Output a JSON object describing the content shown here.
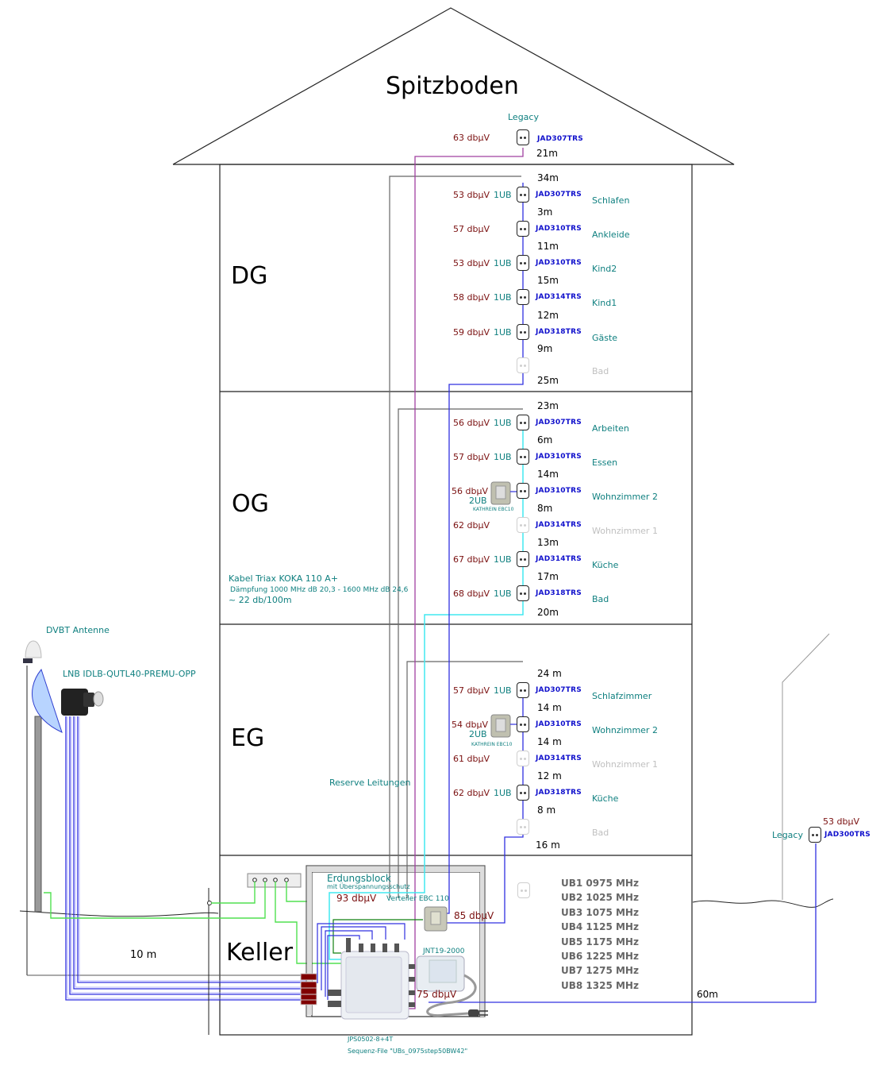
{
  "title": "Spitzboden",
  "floors": {
    "dg": "DG",
    "og": "OG",
    "eg": "EG",
    "keller": "Keller"
  },
  "spitzboden": {
    "room": "Legacy",
    "dbuv": "63 dbµV",
    "model": "JAD307TRS",
    "length": "21m"
  },
  "dg_outlets": [
    {
      "dbuv": "53 dbµV",
      "ub": "1UB",
      "model": "JAD307TRS",
      "room": "Schlafen",
      "len_before": "34m",
      "active": true
    },
    {
      "dbuv": "57 dbµV",
      "ub": "",
      "model": "JAD310TRS",
      "room": "Ankleide",
      "len_before": "3m",
      "active": true
    },
    {
      "dbuv": "53 dbµV",
      "ub": "1UB",
      "model": "JAD310TRS",
      "room": "Kind2",
      "len_before": "11m",
      "active": true
    },
    {
      "dbuv": "58 dbµV",
      "ub": "1UB",
      "model": "JAD314TRS",
      "room": "Kind1",
      "len_before": "15m",
      "active": true
    },
    {
      "dbuv": "59 dbµV",
      "ub": "1UB",
      "model": "JAD318TRS",
      "room": "Gäste",
      "len_before": "12m",
      "active": true
    },
    {
      "dbuv": "",
      "ub": "",
      "model": "",
      "room": "Bad",
      "len_before": "9m",
      "active": false
    }
  ],
  "dg_len_after": "25m",
  "og_outlets": [
    {
      "dbuv": "56 dbµV",
      "ub": "1UB",
      "model": "JAD307TRS",
      "room": "Arbeiten",
      "len_before": "23m",
      "active": true
    },
    {
      "dbuv": "57 dbµV",
      "ub": "1UB",
      "model": "JAD310TRS",
      "room": "Essen",
      "len_before": "6m",
      "active": true
    },
    {
      "dbuv": "56 dbµV",
      "ub": "2UB",
      "model": "JAD310TRS",
      "room": "Wohnzimmer 2",
      "len_before": "14m",
      "active": true,
      "splitter": "KATHREIN EBC10"
    },
    {
      "dbuv": "62 dbµV",
      "ub": "",
      "model": "JAD314TRS",
      "room": "Wohnzimmer 1",
      "len_before": "8m",
      "active": false
    },
    {
      "dbuv": "67 dbµV",
      "ub": "1UB",
      "model": "JAD314TRS",
      "room": "Küche",
      "len_before": "13m",
      "active": true
    },
    {
      "dbuv": "68 dbµV",
      "ub": "1UB",
      "model": "JAD318TRS",
      "room": "Bad",
      "len_before": "17m",
      "active": true
    }
  ],
  "og_len_after": "20m",
  "eg_outlets": [
    {
      "dbuv": "57 dbµV",
      "ub": "1UB",
      "model": "JAD307TRS",
      "room": "Schlafzimmer",
      "len_before": "24 m",
      "active": true
    },
    {
      "dbuv": "54 dbµV",
      "ub": "2UB",
      "model": "JAD310TRS",
      "room": "Wohnzimmer 2",
      "len_before": "14 m",
      "active": true,
      "splitter": "KATHREIN EBC10"
    },
    {
      "dbuv": "61 dbµV",
      "ub": "",
      "model": "JAD314TRS",
      "room": "Wohnzimmer 1",
      "len_before": "14 m",
      "active": false
    },
    {
      "dbuv": "62 dbµV",
      "ub": "1UB",
      "model": "JAD318TRS",
      "room": "Küche",
      "len_before": "12 m",
      "active": true
    },
    {
      "dbuv": "",
      "ub": "",
      "model": "",
      "room": "Bad",
      "len_before": "8 m",
      "active": false
    }
  ],
  "eg_len_after": "16 m",
  "cable": {
    "name": "Kabel Triax KOKA 110 A+",
    "attenuation": "Dämpfung 1000 MHz dB 20,3 - 1600 MHz dB 24,6",
    "approx": "~ 22 db/100m"
  },
  "reserve": "Reserve Leitungen",
  "outdoor": {
    "dvbt": "DVBT Antenne",
    "lnb": "LNB IDLB-QUTL40-PREMU-OPP",
    "distance": "10 m"
  },
  "keller": {
    "grounding": "Erdungsblock",
    "grounding_sub": "mit Überspannungsschutz",
    "grounding_dbuv": "93 dbµV",
    "splitter": "Verteiler EBC 110",
    "splitter_dbuv": "85 dbµV",
    "psu": "JNT19-2000",
    "multiswitch_dbuv": "75 dbµV",
    "multiswitch": "JPS0502-8+4T",
    "sequence": "Sequenz-File \"UBs_0975step50BW42\"",
    "ub_freqs": [
      "UB1 0975 MHz",
      "UB2 1025 MHz",
      "UB3 1075 MHz",
      "UB4 1125 MHz",
      "UB5 1175 MHz",
      "UB6 1225 MHz",
      "UB7 1275 MHz",
      "UB8 1325 MHz"
    ]
  },
  "garden": {
    "room": "Legacy",
    "dbuv": "53 dbµV",
    "model": "JAD300TRS",
    "length": "60m"
  },
  "colors": {
    "dbuv": "#7a1010",
    "teal": "#108080",
    "model": "#1010cc",
    "cable_blue": "#2a2ae0",
    "cable_cyan": "#40e8f0",
    "cable_purple": "#a040a0",
    "ground_green": "#50e050"
  }
}
